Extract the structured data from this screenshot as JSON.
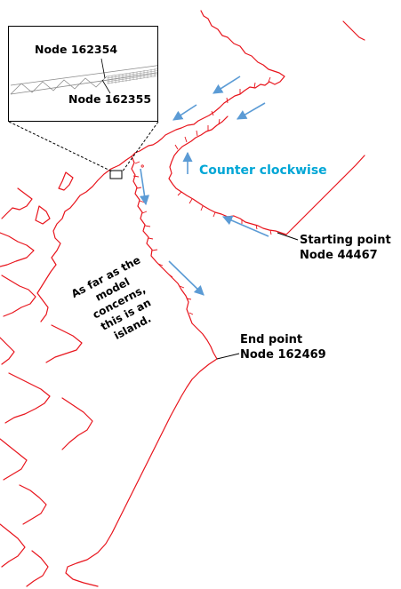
{
  "labels": {
    "inset_node_a": "Node 162354",
    "inset_node_b": "Node 162355",
    "direction": "Counter clockwise",
    "start_title": "Starting point",
    "start_node": "Node 44467",
    "end_title": "End point",
    "end_node": "Node 162469",
    "island_line1": "As far as the",
    "island_line2": "model",
    "island_line3": "concerns,",
    "island_line4": "this is an",
    "island_line5": "island."
  },
  "colors": {
    "coastline": "#e8141c",
    "arrow": "#5b9bd5",
    "direction_text": "#00a6d6",
    "mesh": "#8a8a8a",
    "leader": "#000000"
  }
}
